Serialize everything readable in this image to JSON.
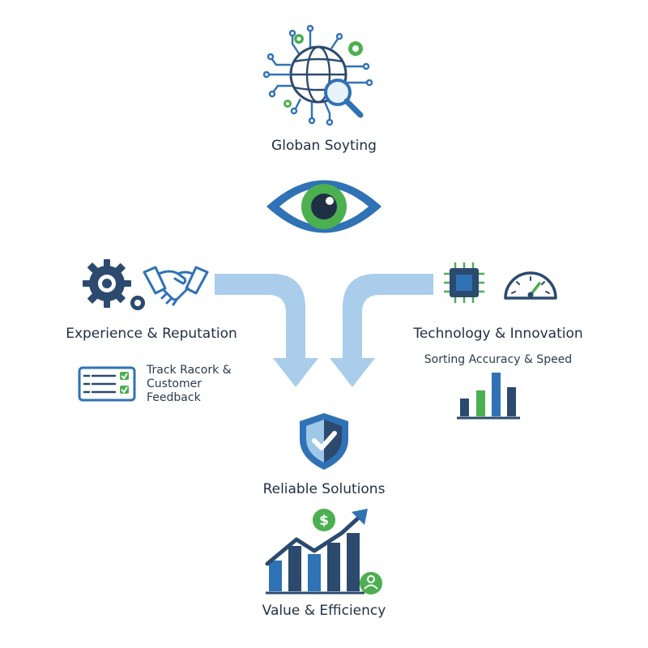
{
  "top": {
    "title": "Globan Soyting",
    "icon": "globe-network-magnifier-icon"
  },
  "center_icon": "eye-icon",
  "left": {
    "title": "Experience & Reputation",
    "icons": [
      "gear-icon",
      "handshake-icon"
    ],
    "subtitle_line1": "Track Racork &",
    "subtitle_line2": "Customer",
    "subtitle_line3": "Feedback",
    "sub_icon": "checklist-icon"
  },
  "right": {
    "title": "Technology & Innovation",
    "icons": [
      "cpu-chip-icon",
      "speedometer-icon"
    ],
    "subtitle": "Sorting Accuracy & Speed",
    "sub_icon": "bar-chart-icon"
  },
  "middle": {
    "title": "Reliable Solutions",
    "icon": "shield-check-icon"
  },
  "bottom": {
    "title": "Value & Efficiency",
    "icon": "growth-chart-icon"
  },
  "colors": {
    "navy": "#2b4a6e",
    "blue": "#2f72b5",
    "light_blue": "#9fc7e8",
    "green": "#4caf50",
    "text": "#1f2f44"
  }
}
